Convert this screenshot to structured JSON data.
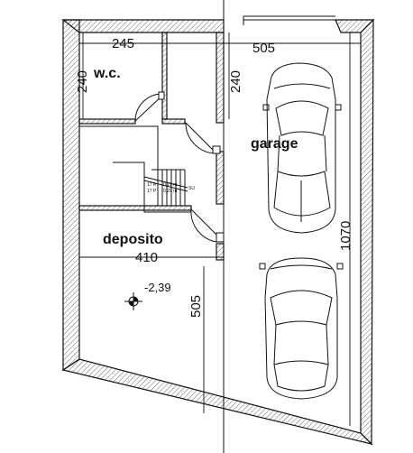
{
  "rooms": {
    "wc": "w.c.",
    "garage": "garage",
    "deposito": "deposito"
  },
  "dimensions": {
    "top_left": "245",
    "top_right": "505",
    "wc_height": "240",
    "garage_height": "240",
    "deposito_width": "410",
    "lower_depth": "505",
    "total_length": "1070"
  },
  "level": "-2,39",
  "stair_notes": {
    "steps_a": "17 A",
    "rise": "0,17 m",
    "steps_b": "17 P",
    "tread": "0,29 m",
    "direction": "SU"
  },
  "colors": {
    "wall": "#111111",
    "hatch": "#444444",
    "background": "#ffffff"
  }
}
